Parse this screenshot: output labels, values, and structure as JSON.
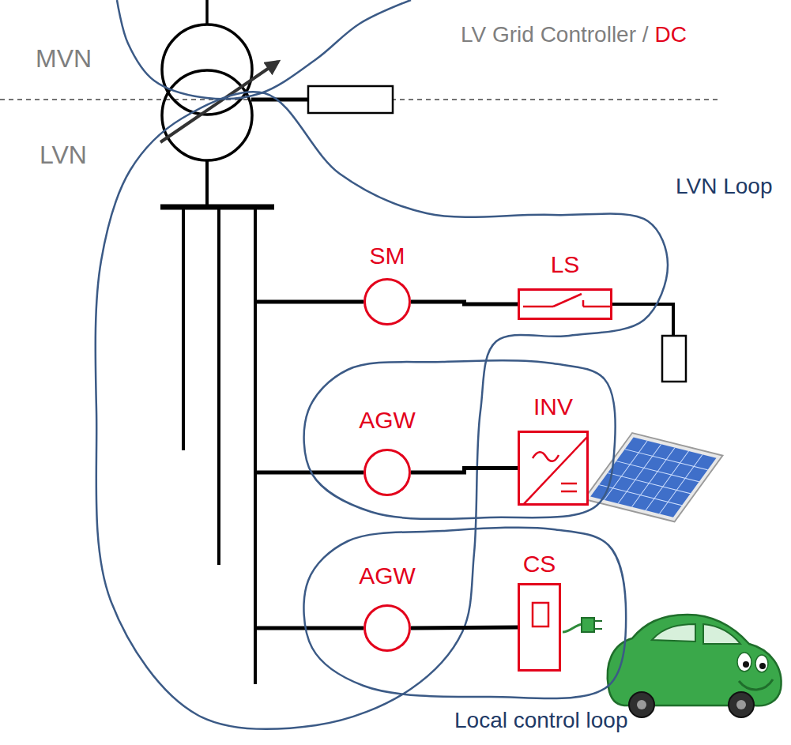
{
  "diagram": {
    "nodes": [
      {
        "text": [
          "SM"
        ]
      },
      {
        "text": [
          "LS"
        ]
      },
      {
        "text": [
          "AGW"
        ]
      },
      {
        "text": [
          "INV"
        ]
      },
      {
        "text": [
          "AGW"
        ]
      },
      {
        "text": [
          "CS"
        ]
      }
    ],
    "edges": [
      {
        "from": 0,
        "to": 1,
        "arrow": "none"
      },
      {
        "from": 2,
        "to": 3,
        "arrow": "none"
      },
      {
        "from": 4,
        "to": 5,
        "arrow": "none"
      }
    ],
    "labels": [
      "MVN",
      "LVN",
      "LV Grid Controller /",
      "DC",
      "LVN Loop",
      "Local control loop"
    ]
  }
}
